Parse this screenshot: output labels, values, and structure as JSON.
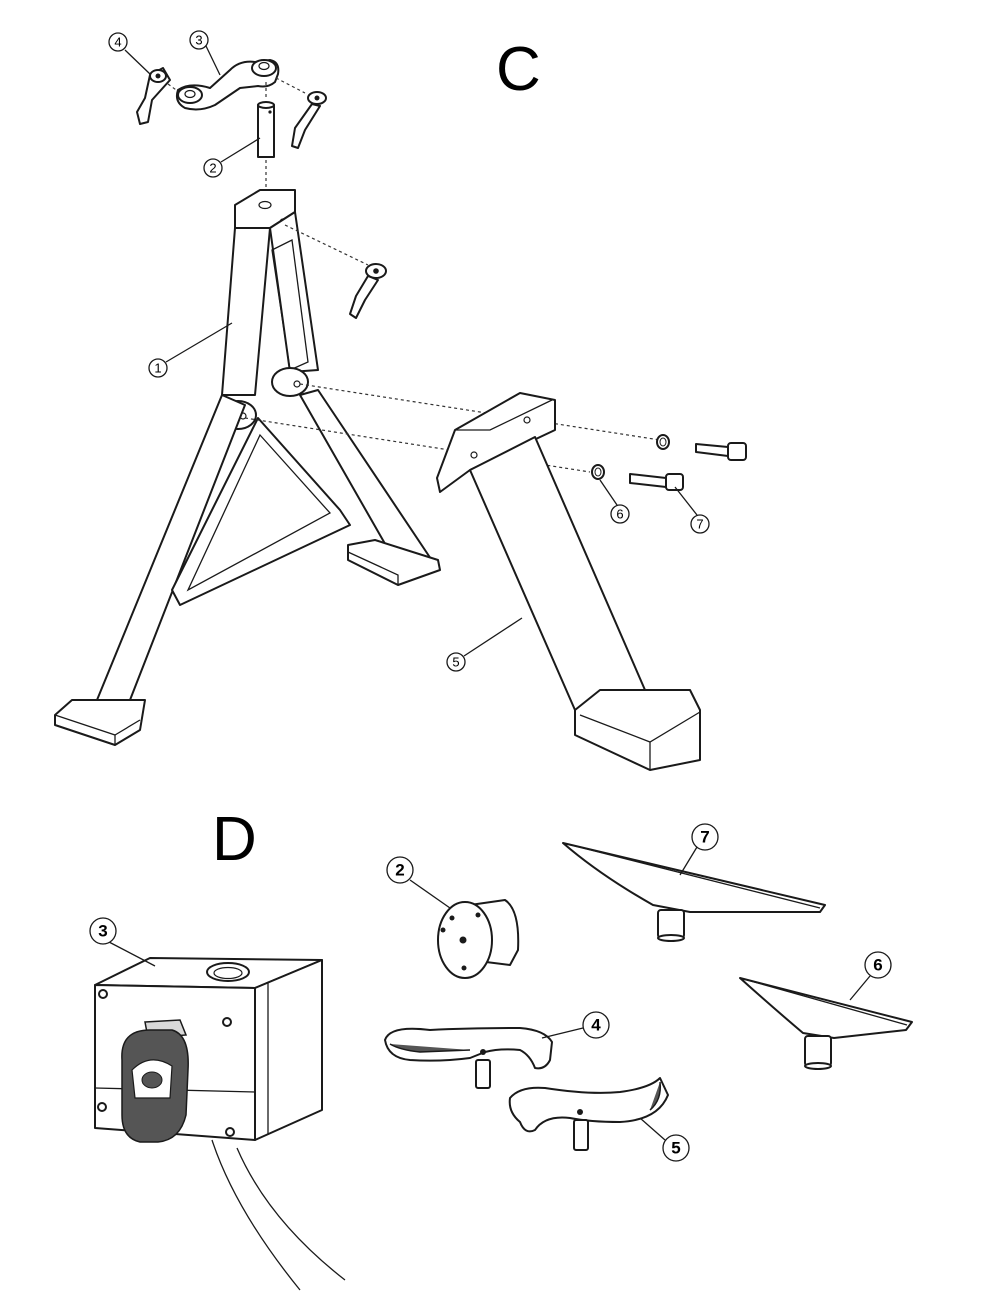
{
  "sections": {
    "c": {
      "letter": "C"
    },
    "d": {
      "letter": "D"
    }
  },
  "callouts_c": {
    "lever_handle": "4",
    "swivel_arm": "3",
    "pin": "2",
    "stand_frame": "1",
    "support_leg": "5",
    "washer": "6",
    "bolt": "7"
  },
  "callouts_d": {
    "switch_box": "3",
    "faceplate": "2",
    "tool_rest_large": "7",
    "tool_rest_small": "6",
    "curved_rest_left": "4",
    "curved_rest_right": "5"
  }
}
